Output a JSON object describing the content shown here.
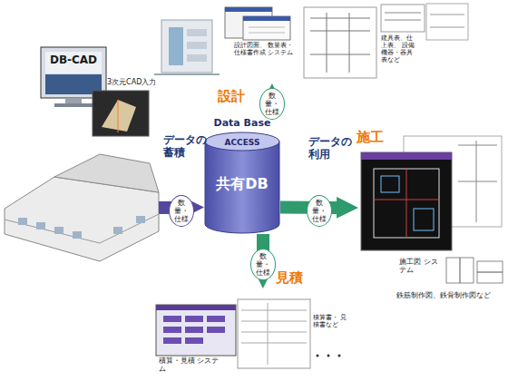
{
  "diagram": {
    "nodes": [
      {
        "text": [
          "DB-CAD",
          "3次元CAD入力"
        ]
      },
      {
        "text": [
          "Data Base",
          "ACCESS",
          "共有DB"
        ]
      },
      {
        "text": [
          "設計図面、 数量表・仕様書作成 システム",
          "建具表、仕上表、 設備機器・器具 表など"
        ]
      },
      {
        "text": [
          "施工図 システム",
          "鉄筋制作図、鉄骨制作図など"
        ]
      },
      {
        "text": [
          "積算・見積 システム",
          "積算書・ 見積書など"
        ]
      }
    ],
    "edges": [
      {
        "from": 0,
        "to": 1,
        "label": "数量・仕様",
        "arrow": "to"
      },
      {
        "from": 1,
        "to": 2,
        "label": "数量・仕様",
        "arrow": "to"
      },
      {
        "from": 1,
        "to": 3,
        "label": "数量・仕様",
        "arrow": "to"
      },
      {
        "from": 1,
        "to": 4,
        "label": "数量・仕様",
        "arrow": "to"
      }
    ],
    "labels": [
      "データの 蓄積",
      "データの 利用",
      "設計",
      "施工",
      "見積"
    ]
  }
}
